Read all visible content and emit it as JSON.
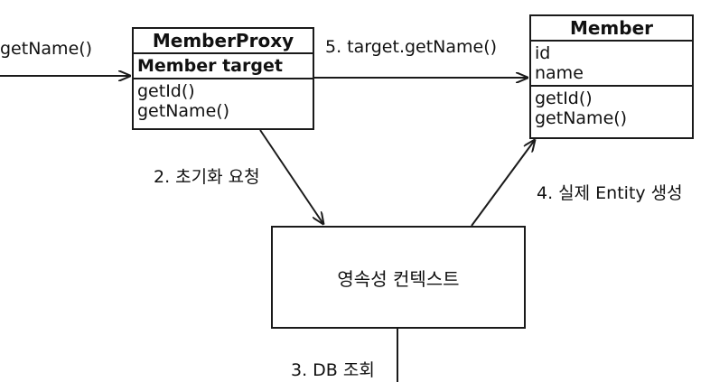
{
  "caller": {
    "call_label": "getName()"
  },
  "proxy": {
    "title": "MemberProxy",
    "field": "Member target",
    "methods": [
      "getId()",
      "getName()"
    ]
  },
  "member": {
    "title": "Member",
    "fields": [
      "id",
      "name"
    ],
    "methods": [
      "getId()",
      "getName()"
    ]
  },
  "context": {
    "label": "영속성 컨텍스트"
  },
  "steps": {
    "init_request": "2. 초기화 요청",
    "db_lookup": "3. DB 조회",
    "create_entity": "4. 실제 Entity 생성",
    "target_call": "5. target.getName()"
  }
}
